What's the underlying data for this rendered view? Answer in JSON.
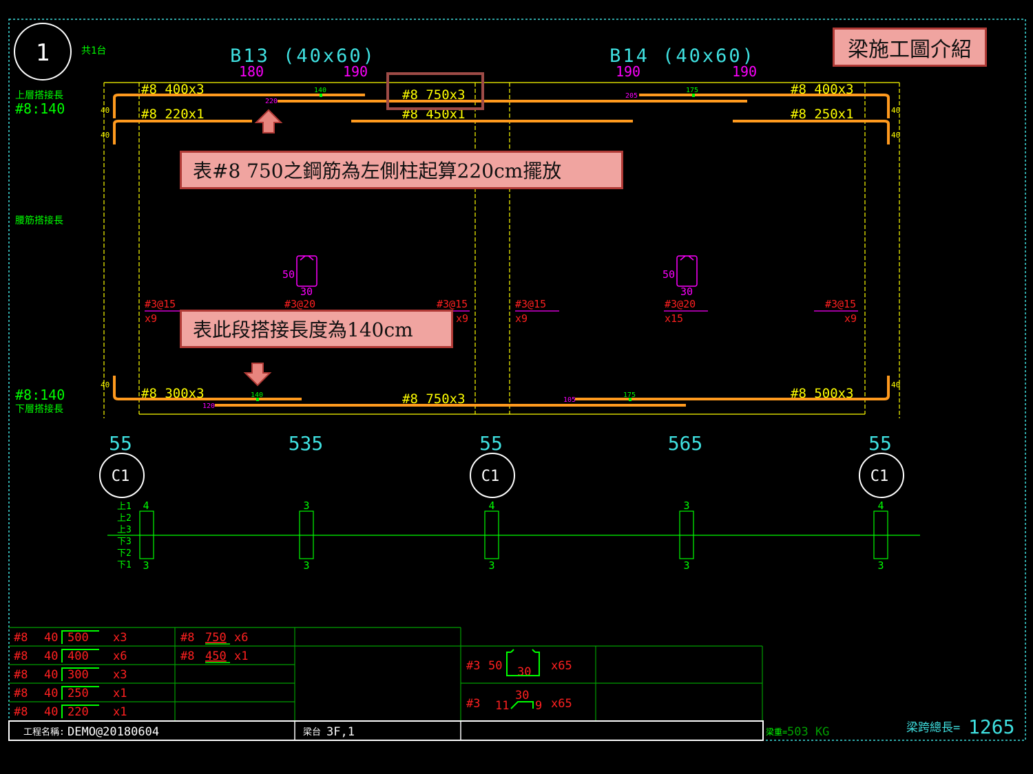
{
  "header": {
    "circle_no": "1",
    "count_label": "共1台",
    "title_callout": "梁施工圖介紹"
  },
  "beams": [
    {
      "name": "B13 (40x60)",
      "left_dim": "180",
      "right_dim": "190"
    },
    {
      "name": "B14 (40x60)",
      "left_dim": "190",
      "right_dim": "190"
    }
  ],
  "side_labels": {
    "top_splice_title": "上層搭接長",
    "top_splice_value": "#8:140",
    "web_splice_title": "腰筋搭接長",
    "bottom_splice_value": "#8:140",
    "bottom_splice_title": "下層搭接長"
  },
  "rebar_labels": {
    "top_left_1": "#8  400x3",
    "top_left_2": "#8  220x1",
    "top_mid_1": "#8  750x3",
    "top_mid_2": "#8  450x1",
    "top_right_1": "#8  400x3",
    "top_right_2": "#8  250x1",
    "bot_left": "#8  300x3",
    "bot_mid": "#8  750x3",
    "bot_right": "#8  500x3",
    "splice_140_top": "140",
    "splice_220": "220",
    "splice_205": "205",
    "splice_175_top": "175",
    "splice_140_bot": "140",
    "splice_120": "120",
    "splice_105": "105",
    "splice_175_bot": "175",
    "hook_40": "40"
  },
  "stirrups": {
    "left_end": "#3@15",
    "left_end_count": "x9",
    "b13_mid": "#3@20",
    "b13_right_end": "#3@15",
    "b13_right_count": "x9",
    "b14_left_end": "#3@15",
    "b14_left_count": "x9",
    "b14_mid": "#3@20",
    "b14_mid_count": "x15",
    "b14_right_end": "#3@15",
    "b14_right_count": "x9",
    "section_h": "50",
    "section_w": "30"
  },
  "callouts": {
    "top_note": "表#8 750之鋼筋為左側柱起算220cm擺放",
    "bottom_note": "表此段搭接長度為140cm"
  },
  "spans": {
    "dims": [
      "55",
      "535",
      "55",
      "565",
      "55"
    ],
    "columns": [
      "C1",
      "C1",
      "C1"
    ]
  },
  "bar_count_diagram": {
    "row_labels": [
      "上1",
      "上2",
      "上3",
      "下3",
      "下2",
      "下1"
    ],
    "top_counts": [
      "4",
      "3",
      "4",
      "3",
      "4"
    ],
    "bottom_counts": [
      "3",
      "3",
      "3",
      "3",
      "3"
    ]
  },
  "schedule": {
    "rows_left": [
      {
        "bar": "#8",
        "hook": "40",
        "len": "500",
        "qty": "x3"
      },
      {
        "bar": "#8",
        "hook": "40",
        "len": "400",
        "qty": "x6"
      },
      {
        "bar": "#8",
        "hook": "40",
        "len": "300",
        "qty": "x3"
      },
      {
        "bar": "#8",
        "hook": "40",
        "len": "250",
        "qty": "x1"
      },
      {
        "bar": "#8",
        "hook": "40",
        "len": "220",
        "qty": "x1"
      }
    ],
    "rows_mid": [
      {
        "bar": "#8",
        "len": "750",
        "qty": "x6"
      },
      {
        "bar": "#8",
        "len": "450",
        "qty": "x1"
      }
    ],
    "stirrup_rows": [
      {
        "bar": "#3",
        "h": "50",
        "w": "30",
        "qty": "x65"
      },
      {
        "bar": "#3",
        "a": "11",
        "w": "30",
        "b": "9",
        "qty": "x65"
      }
    ],
    "project_label": "工程名稱:",
    "project_value": "DEMO@20180604",
    "beam_label": "梁台",
    "beam_value": "3F,1",
    "weight_label": "梁重=",
    "weight_value": "503  KG",
    "total_label": "梁跨總長=",
    "total_value": "1265"
  },
  "colors": {
    "background": "#000000",
    "rebar": "#ff9a1e",
    "dim_line": "#ffff00",
    "text_green": "#00ff00",
    "text_cyan": "#3fe0e0",
    "text_red": "#ff2020",
    "text_magenta": "#ff00ff",
    "highlight_box": "#9e4b47",
    "callout_fill": "#f0a4a0"
  }
}
